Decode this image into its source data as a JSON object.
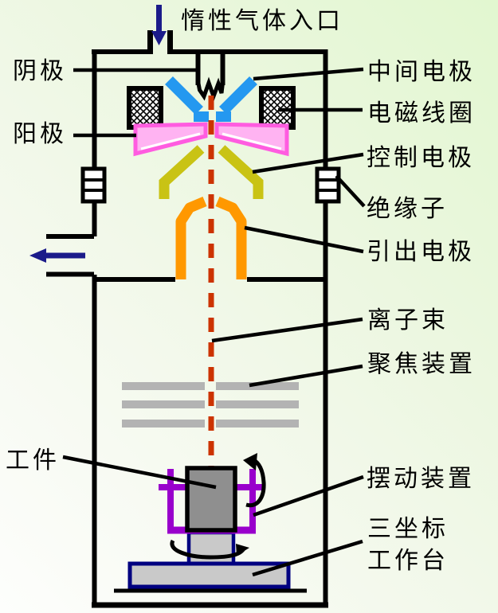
{
  "labels": {
    "gas_inlet": "惰性气体入口",
    "cathode": "阴极",
    "anode": "阳极",
    "intermediate_electrode": "中间电极",
    "electromagnetic_coil": "电磁线圈",
    "control_electrode": "控制电极",
    "insulator": "绝缘子",
    "extraction_electrode": "引出电极",
    "ion_beam": "离子束",
    "focusing_device": "聚焦装置",
    "workpiece": "工件",
    "swing_device": "摆动装置",
    "worktable_line1": "三坐标",
    "worktable_line2": "工作台"
  },
  "colors": {
    "outline": "#000000",
    "intermediate_electrode_blue": "#2498f0",
    "anode_fill_pink": "#ffb3f2",
    "anode_border_magenta": "#ff5ce0",
    "control_electrode_olive": "#c9c314",
    "extraction_electrode_orange": "#ff9800",
    "ion_beam_red": "#cc3300",
    "flow_arrow_navy": "#1b1b8a",
    "fixture_purple": "#9900cc",
    "workpiece_gray": "#8f8f8f",
    "stage_gray": "#c9c9c9",
    "stage_border_navy": "#000080",
    "focus_plate_gray": "#b3b3b3"
  },
  "icons": {
    "gas_flow_arrow": "downward navy arrow at inlet",
    "vacuum_outlet_arrow": "leftward navy arrow at pump port",
    "rotation_arrow_horizontal": "elliptical arrow around pedestal",
    "swing_arrow": "curved arrow beside fixture",
    "coil_hatch": "cross-hatched coil block",
    "insulator_symbol": "stacked 3-cell rectangle on wall"
  }
}
